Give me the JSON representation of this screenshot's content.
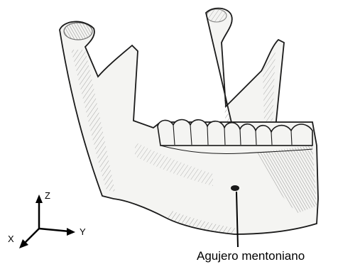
{
  "annotation": {
    "label": "Agujero mentoniano"
  },
  "axes": {
    "z_label": "Z",
    "y_label": "Y",
    "x_label": "X"
  },
  "colors": {
    "ink": "#1a1a1a",
    "bone_fill": "#f4f4f2",
    "background": "#ffffff"
  }
}
